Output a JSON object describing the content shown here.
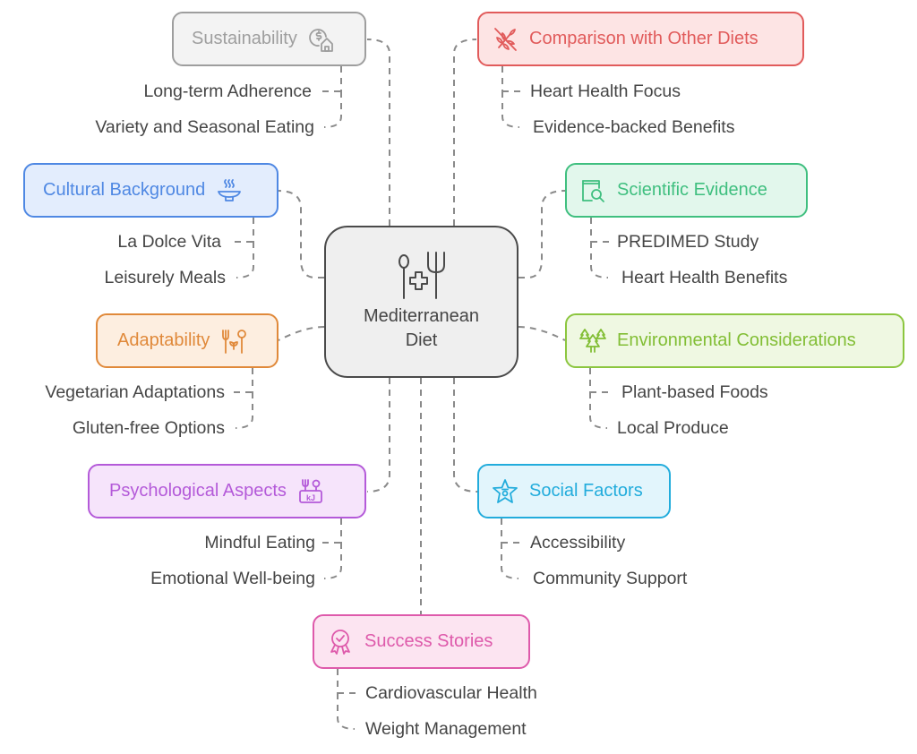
{
  "diagram": {
    "type": "mind-map",
    "center": {
      "title": "Mediterranean Diet",
      "icon": "utensils-medical-cross-icon"
    },
    "branches": [
      {
        "id": "sustainability",
        "label": "Sustainability",
        "icon": "money-house-icon",
        "color": "#9e9e9e",
        "children": [
          "Long-term Adherence",
          "Variety and Seasonal Eating"
        ]
      },
      {
        "id": "comparison",
        "label": "Comparison with Other Diets",
        "icon": "no-wheat-icon",
        "color": "#e15b5b",
        "children": [
          "Heart Health Focus",
          "Evidence-backed Benefits"
        ]
      },
      {
        "id": "cultural",
        "label": "Cultural Background",
        "icon": "steaming-bowl-icon",
        "color": "#4f88e3",
        "children": [
          "La Dolce Vita",
          "Leisurely Meals"
        ]
      },
      {
        "id": "scientific",
        "label": "Scientific Evidence",
        "icon": "book-search-icon",
        "color": "#3fbf7f",
        "children": [
          "PREDIMED Study",
          "Heart Health Benefits"
        ]
      },
      {
        "id": "adaptability",
        "label": "Adaptability",
        "icon": "fork-leaf-spoon-icon",
        "color": "#e0893a",
        "children": [
          "Vegetarian Adaptations",
          "Gluten-free Options"
        ]
      },
      {
        "id": "environmental",
        "label": "Environmental Considerations",
        "icon": "trees-icon",
        "color": "#82be35",
        "children": [
          "Plant-based Foods",
          "Local Produce"
        ]
      },
      {
        "id": "psychological",
        "label": "Psychological Aspects",
        "icon": "food-kilojoule-icon",
        "color": "#b45ad9",
        "children": [
          "Mindful Eating",
          "Emotional Well-being"
        ]
      },
      {
        "id": "social",
        "label": "Social Factors",
        "icon": "star-person-icon",
        "color": "#22acdc",
        "children": [
          "Accessibility",
          "Community Support"
        ]
      },
      {
        "id": "success",
        "label": "Success Stories",
        "icon": "award-ribbon-icon",
        "color": "#de5aab",
        "children": [
          "Cardiovascular Health",
          "Weight Management"
        ]
      }
    ]
  }
}
